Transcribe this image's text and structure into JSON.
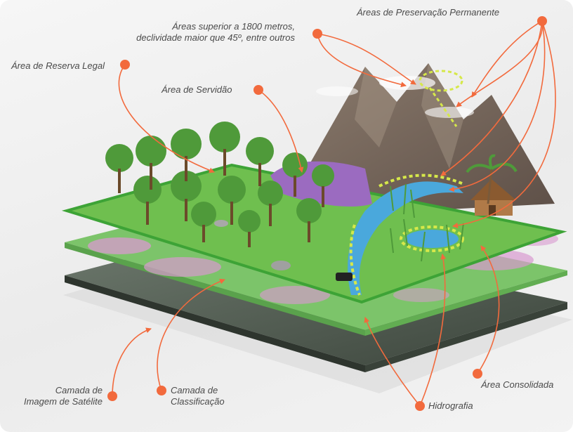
{
  "labels": {
    "reserva_legal": "Área de Reserva Legal",
    "servidao": "Área de Servidão",
    "areas_superior_line1": "Áreas superior a 1800 metros,",
    "areas_superior_line2": "declividade maior que 45º, entre outros",
    "preservacao_permanente": "Áreas de Preservação Permanente",
    "camada_satelite_line1": "Camada de",
    "camada_satelite_line2": "Imagem de  Satélite",
    "camada_classificacao_line1": "Camada de",
    "camada_classificacao_line2": "Classificação",
    "hidrografia": "Hidrografia",
    "area_consolidada": "Área Consolidada"
  },
  "colors": {
    "annotation": "#f26a3d",
    "forest_green": "#6fbf4f",
    "reserve_border": "#3da336",
    "servidao_purple": "#9b6bc0",
    "river_blue": "#4aa8dc",
    "app_yellow": "#d6e84a",
    "mountain": "#7a6a5e",
    "classification_pink": "#d99ad0"
  }
}
